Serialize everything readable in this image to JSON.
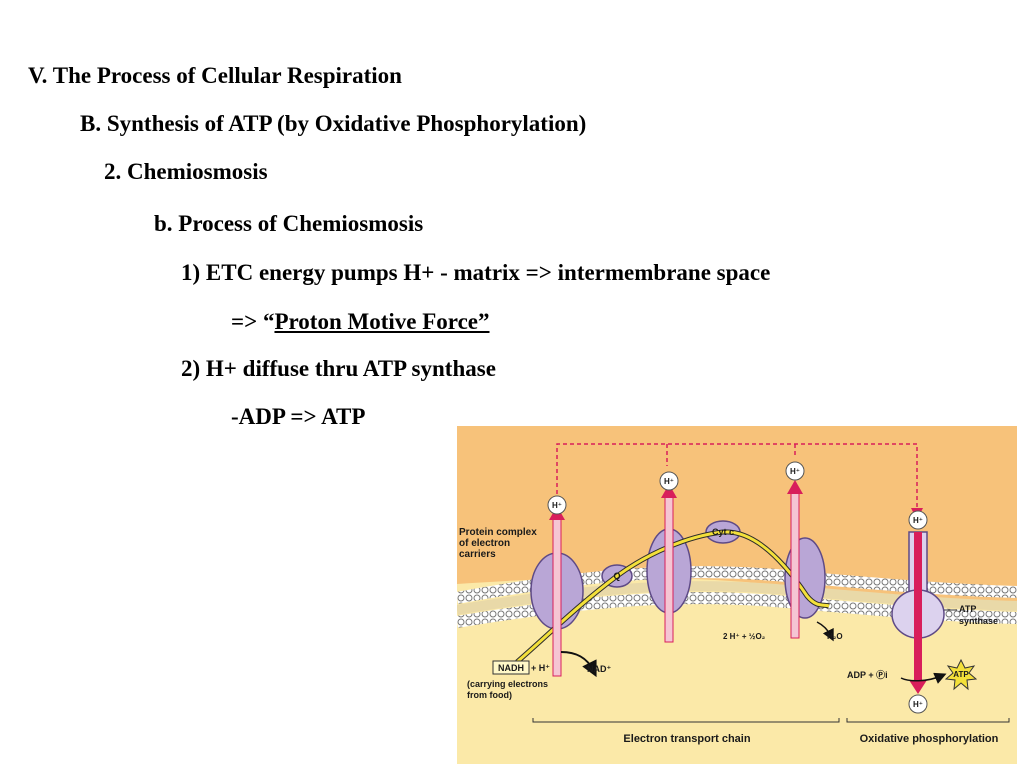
{
  "outline": {
    "line1": "V. The Process of Cellular Respiration",
    "line2": "B. Synthesis of ATP (by Oxidative Phosphorylation)",
    "line3": "2. Chemiosmosis",
    "line4": "b. Process of Chemiosmosis",
    "line5": "1) ETC energy pumps H+ - matrix => intermembrane space",
    "line6_prefix": "=> “",
    "line6_term": "Proton Motive Force”",
    "line7": "2) H+ diffuse thru ATP synthase",
    "line8": "-ADP => ATP"
  },
  "diagram": {
    "proton": "H⁺",
    "protein_complex_1": "Protein complex",
    "protein_complex_2": "of electron",
    "protein_complex_3": "carriers",
    "q": "Q",
    "cyt_c": "Cyt c",
    "atp_synthase_1": "ATP",
    "atp_synthase_2": "synthase",
    "nadh": "NADH",
    "plus_h": "+ H⁺",
    "nad": "NAD⁺",
    "carrying_1": "(carrying electrons",
    "carrying_2": "from food)",
    "water_reaction": "2 H⁺ + ½O₂",
    "water": "H₂O",
    "adp_pi": "ADP + Ⓟi",
    "atp": "ATP",
    "electron_transport_chain": "Electron transport chain",
    "oxidative_phosphorylation": "Oxidative phosphorylation",
    "colors": {
      "intermembrane": "#f7c27a",
      "matrix": "#fbe9a8",
      "protein": "#b9a6d6",
      "arrow": "#d81e5b",
      "electron_path": "#f3e03a"
    }
  }
}
